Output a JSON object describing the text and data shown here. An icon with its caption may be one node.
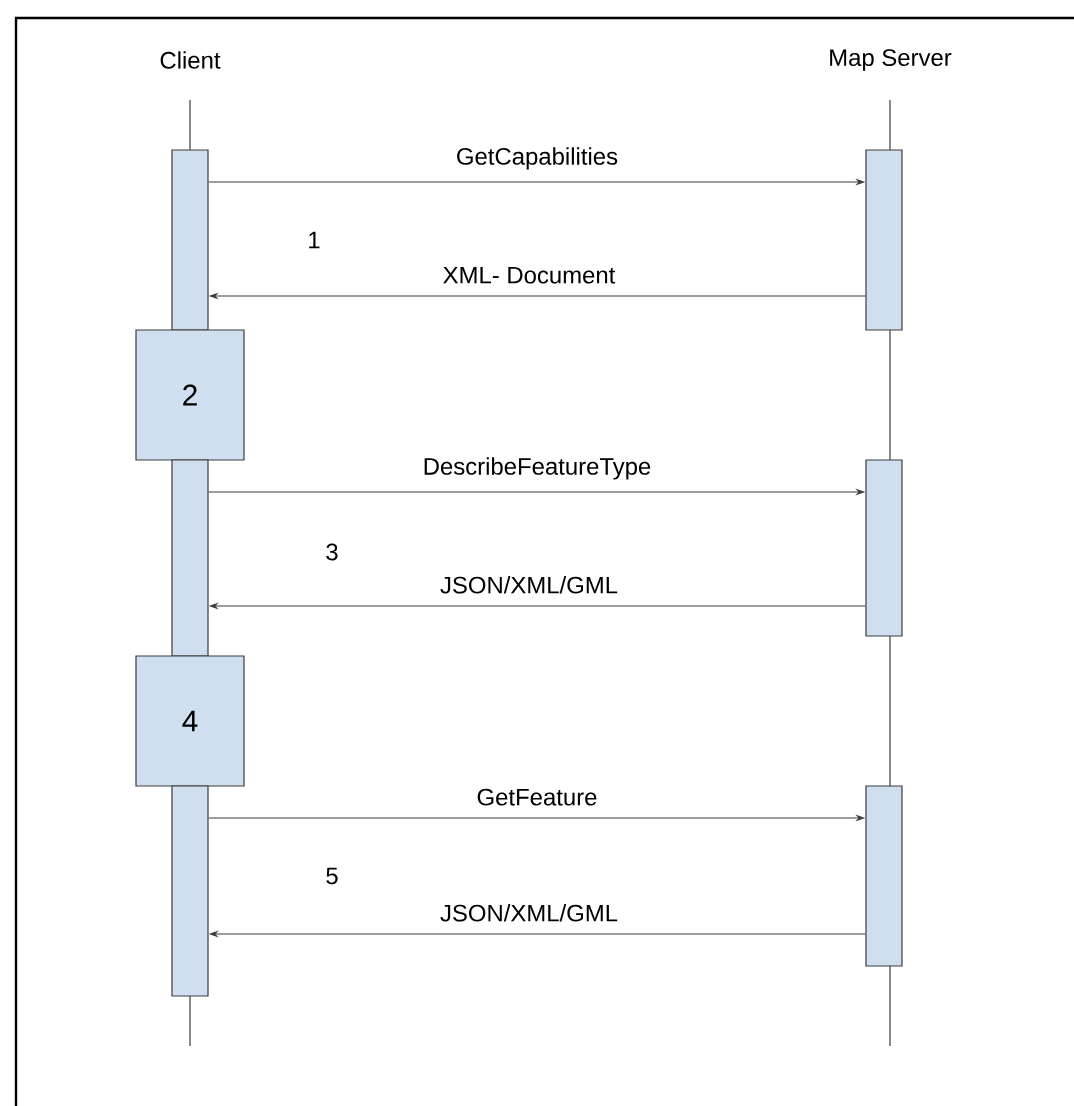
{
  "diagram": {
    "nodes": [
      {
        "text": [
          "Client"
        ]
      },
      {
        "text": [
          "Map Server"
        ]
      },
      {
        "text": [],
        "shape": "bar"
      },
      {
        "text": [
          "2"
        ]
      },
      {
        "text": [],
        "shape": "bar"
      },
      {
        "text": [
          "4"
        ]
      },
      {
        "text": [],
        "shape": "bar"
      },
      {
        "text": [],
        "shape": "bar"
      },
      {
        "text": [],
        "shape": "bar"
      },
      {
        "text": [],
        "shape": "bar"
      }
    ],
    "edges": [
      {
        "from": 2,
        "to": 7,
        "arrow": "to",
        "label": "GetCapabilities"
      },
      {
        "from": 7,
        "to": 2,
        "arrow": "to",
        "label": "XML- Document"
      },
      {
        "from": 4,
        "to": 8,
        "arrow": "to",
        "label": "DescribeFeatureType"
      },
      {
        "from": 8,
        "to": 4,
        "arrow": "to",
        "label": "JSON/XML/GML"
      },
      {
        "from": 6,
        "to": 9,
        "arrow": "to",
        "label": "GetFeature"
      },
      {
        "from": 9,
        "to": 6,
        "arrow": "to",
        "label": "JSON/XML/GML"
      }
    ],
    "labels": [
      "1",
      "3",
      "5"
    ]
  }
}
